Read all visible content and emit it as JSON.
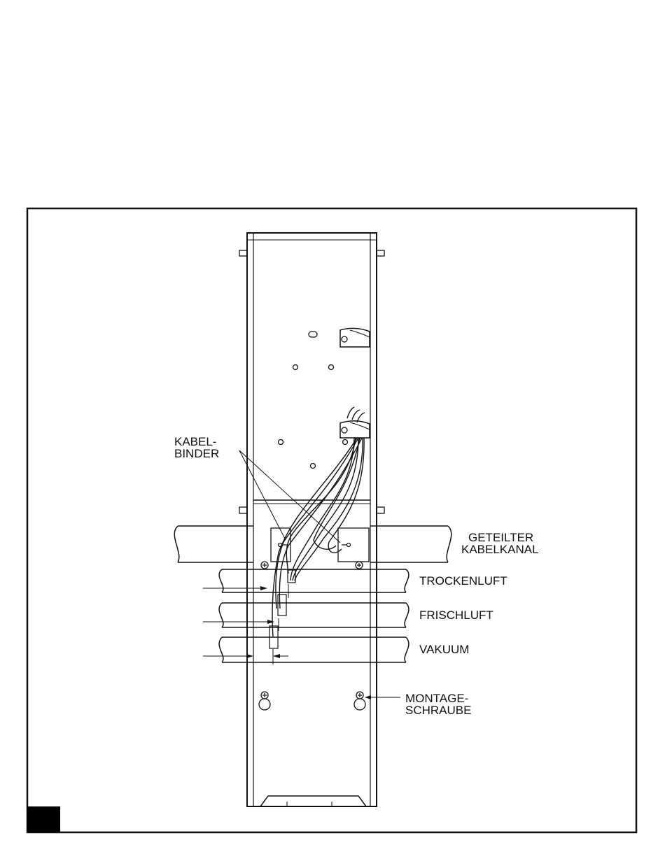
{
  "labels": {
    "cable_tie": [
      "KABEL-",
      "BINDER"
    ],
    "split_duct": [
      "GETEILTER",
      "KABELKANAL"
    ],
    "dry_air": "TROCKENLUFT",
    "fresh_air": "FRISCHLUFT",
    "vacuum": "VAKUUM",
    "mounting_screw": [
      "MONTAGE-",
      "SCHRAUBE"
    ]
  },
  "colors": {
    "line": "#111111",
    "background": "#ffffff",
    "tab": "#000000"
  }
}
